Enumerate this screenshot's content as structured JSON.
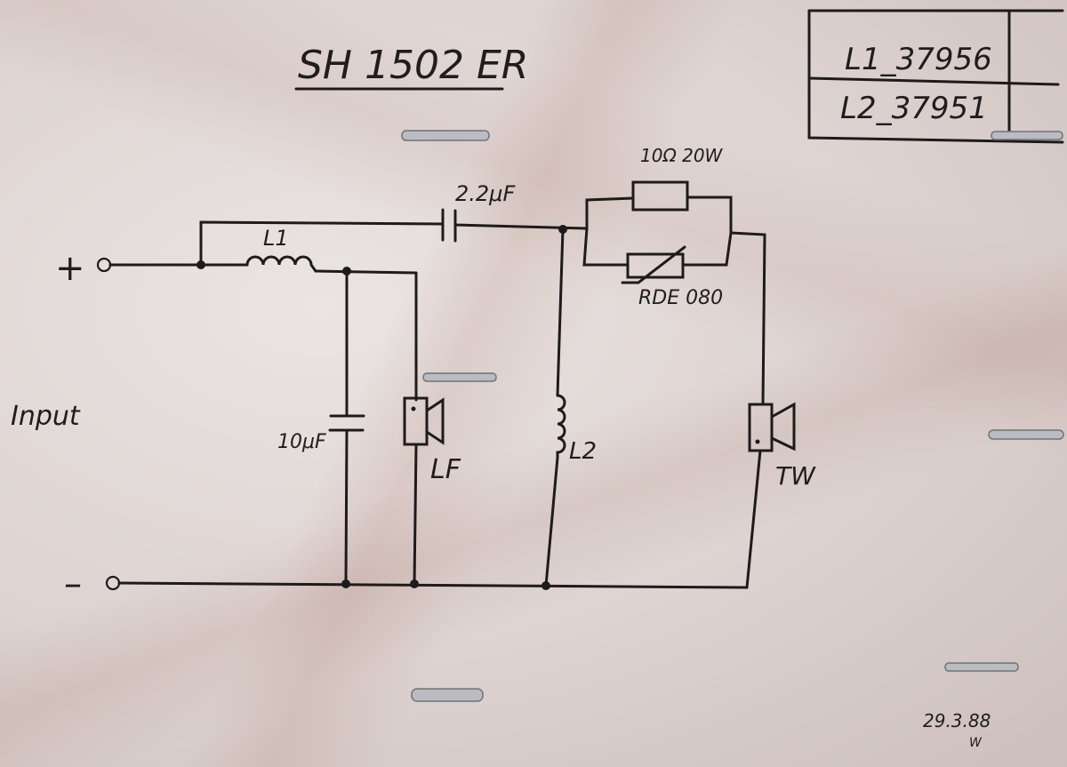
{
  "title": "SH 1502 ER",
  "parts_table": [
    {
      "text": "L1_37956"
    },
    {
      "text": "L2_37951"
    }
  ],
  "terminals": {
    "plus": "+",
    "minus": "–",
    "input_label": "Input"
  },
  "components": {
    "l1": "L1",
    "c_series": "2.2μF",
    "c_shunt": "10μF",
    "resistor": "10Ω 20W",
    "thermistor": "RDE 080",
    "l2": "L2",
    "woofer": "LF",
    "tweeter": "TW"
  },
  "date_note": "29.3.88",
  "initials": "W"
}
